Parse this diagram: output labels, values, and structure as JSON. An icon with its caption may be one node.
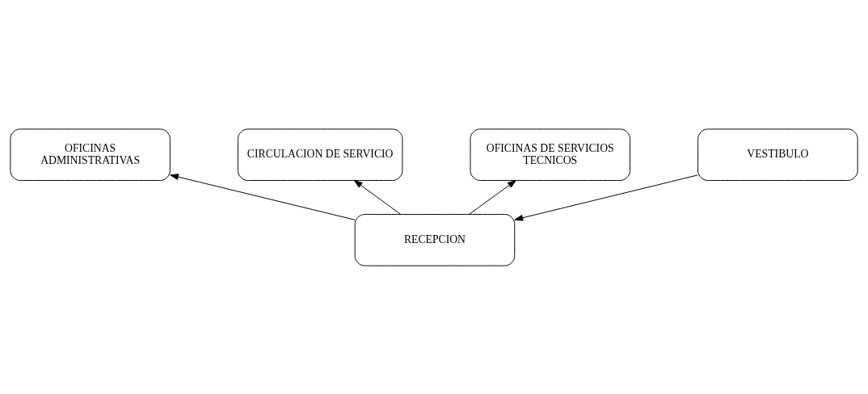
{
  "diagram": {
    "nodes": [
      {
        "text": [
          "OFICINAS ADMINISTRATIVAS"
        ]
      },
      {
        "text": [
          "CIRCULACION DE SERVICIO"
        ]
      },
      {
        "text": [
          "RECEPCION"
        ]
      },
      {
        "text": [
          "OFICINAS DE SERVICIOS TECNICOS"
        ]
      },
      {
        "text": [
          "VESTIBULO"
        ]
      }
    ],
    "edges": [
      {
        "from": 2,
        "to": 0,
        "arrow": "to"
      },
      {
        "from": 2,
        "to": 1,
        "arrow": "to"
      },
      {
        "from": 2,
        "to": 3,
        "arrow": "to"
      },
      {
        "from": 4,
        "to": 2,
        "arrow": "to"
      }
    ]
  }
}
